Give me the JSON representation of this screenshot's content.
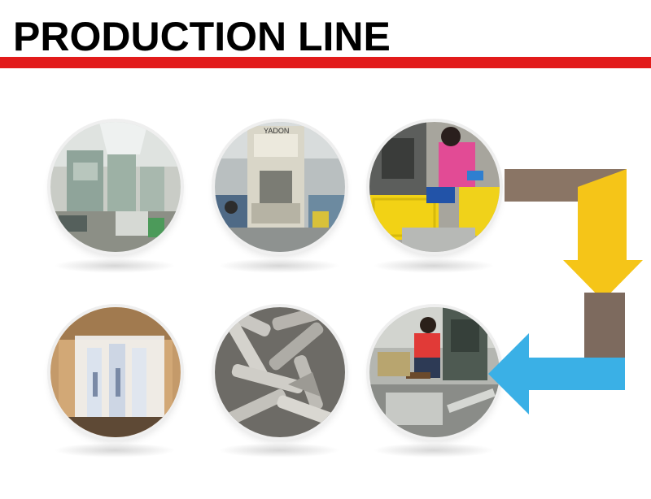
{
  "title": "PRODUCTION LINE",
  "colors": {
    "accent_bar": "#e21b1b",
    "arrow_yellow": "#f5c518",
    "arrow_brown": "#7d6a5e",
    "arrow_blue": "#3ab0e6"
  },
  "photos": [
    {
      "row": 1,
      "col": 1,
      "subject": "punch-press-workshop"
    },
    {
      "row": 1,
      "col": 2,
      "subject": "press-machine"
    },
    {
      "row": 1,
      "col": 3,
      "subject": "worker-with-yellow-crates"
    },
    {
      "row": 2,
      "col": 1,
      "subject": "packed-hinges-in-box"
    },
    {
      "row": 2,
      "col": 2,
      "subject": "metal-hinge-parts"
    },
    {
      "row": 2,
      "col": 3,
      "subject": "worker-at-press"
    }
  ],
  "photo_label_1": "YADON"
}
